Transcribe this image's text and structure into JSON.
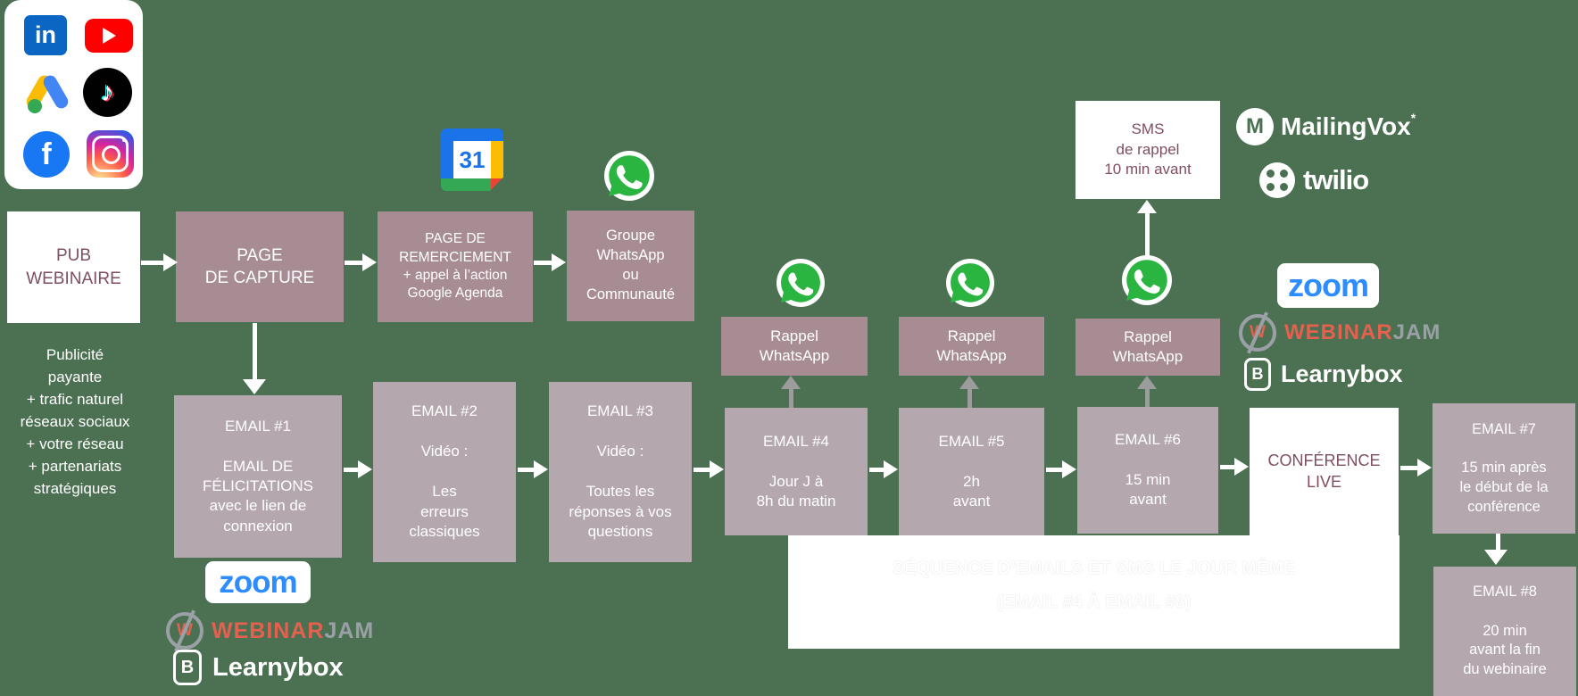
{
  "background_color": "#4c7152",
  "colors": {
    "box_dark_mauve": "#a88c94",
    "box_light_mauve": "#b5a7ae",
    "box_white": "#ffffff",
    "plum_text": "#7f4f5f",
    "arrow_white": "#ffffff",
    "arrow_gray": "#9c9c9c",
    "zoom_blue": "#2d8cff",
    "webinarjam_red": "#e4604f",
    "whatsapp_green": "#2ab540"
  },
  "social_icons": [
    "linkedin-icon",
    "youtube-icon",
    "google-ads-icon",
    "tiktok-icon",
    "facebook-icon",
    "instagram-icon"
  ],
  "nodes": {
    "pub": {
      "text": "PUB\nWEBINAIRE"
    },
    "pub_note": {
      "text": "Publicité\npayante\n+ trafic naturel\nréseaux sociaux\n+ votre réseau\n+ partenariats\nstratégiques"
    },
    "capture": {
      "text": "PAGE\nDE CAPTURE"
    },
    "remerciement": {
      "text": "PAGE DE\nREMERCIEMENT\n+ appel à l’action\nGoogle Agenda"
    },
    "groupe": {
      "text": "Groupe\nWhatsApp\nou\nCommunauté"
    },
    "email1": {
      "text": "EMAIL #1\n\nEMAIL DE\nFÉLICITATIONS\navec le lien de\nconnexion"
    },
    "email2": {
      "text": "EMAIL #2\n\nVidéo :\n\nLes\nerreurs\nclassiques"
    },
    "email3": {
      "text": "EMAIL #3\n\nVidéo :\n\nToutes les\nréponses à vos\nquestions"
    },
    "email4": {
      "text": "EMAIL #4\n\nJour J à\n8h du matin"
    },
    "email5": {
      "text": "EMAIL #5\n\n2h\navant"
    },
    "email6": {
      "text": "EMAIL #6\n\n15 min\navant"
    },
    "email7": {
      "text": "EMAIL #7\n\n15 min après\nle début de la\nconférence"
    },
    "email8": {
      "text": "EMAIL #8\n\n20 min\navant la fin\ndu webinaire"
    },
    "rappel1": {
      "text": "Rappel\nWhatsApp"
    },
    "rappel2": {
      "text": "Rappel\nWhatsApp"
    },
    "rappel3": {
      "text": "Rappel\nWhatsApp"
    },
    "sms": {
      "text": "SMS\nde rappel\n10 min avant"
    },
    "conference": {
      "text": "CONFÉRENCE\nLIVE"
    },
    "band_note": {
      "line1": "SÉQUENCE D’EMAILS ET SMS LE JOUR MÊME",
      "line2": "(EMAIL #4 À EMAIL #8)"
    }
  },
  "logos": {
    "zoom": "zoom",
    "webinar": "WEBINAR",
    "jam": "JAM",
    "webinarjam_initial": "W",
    "learnybox": "Learnybox",
    "learnybox_initial": "B",
    "mailingvox": "MailingVox",
    "mailingvox_mark": "*",
    "twilio": "twilio",
    "calendar_day": "31",
    "linkedin_label": "in",
    "facebook_label": "f",
    "tiktok_note": "♪"
  }
}
